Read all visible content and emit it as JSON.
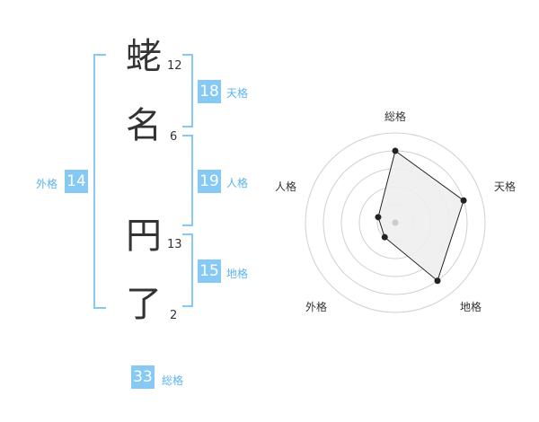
{
  "name": {
    "characters": [
      {
        "char": "蛯",
        "strokes": "12"
      },
      {
        "char": "名",
        "strokes": "6"
      },
      {
        "char": "円",
        "strokes": "13"
      },
      {
        "char": "了",
        "strokes": "2"
      }
    ]
  },
  "fortunes": {
    "tenkaku": {
      "value": "18",
      "label": "天格"
    },
    "jinkaku": {
      "value": "19",
      "label": "人格"
    },
    "chikaku": {
      "value": "15",
      "label": "地格"
    },
    "gaikaku": {
      "value": "14",
      "label": "外格"
    },
    "soukaku": {
      "value": "33",
      "label": "総格"
    }
  },
  "colors": {
    "accent": "#87c9f5",
    "text": "#333333"
  },
  "chart_data": {
    "type": "radar",
    "axes": [
      "総格",
      "天格",
      "地格",
      "外格",
      "人格"
    ],
    "values": [
      4,
      4,
      4,
      1,
      1
    ],
    "max": 5
  }
}
